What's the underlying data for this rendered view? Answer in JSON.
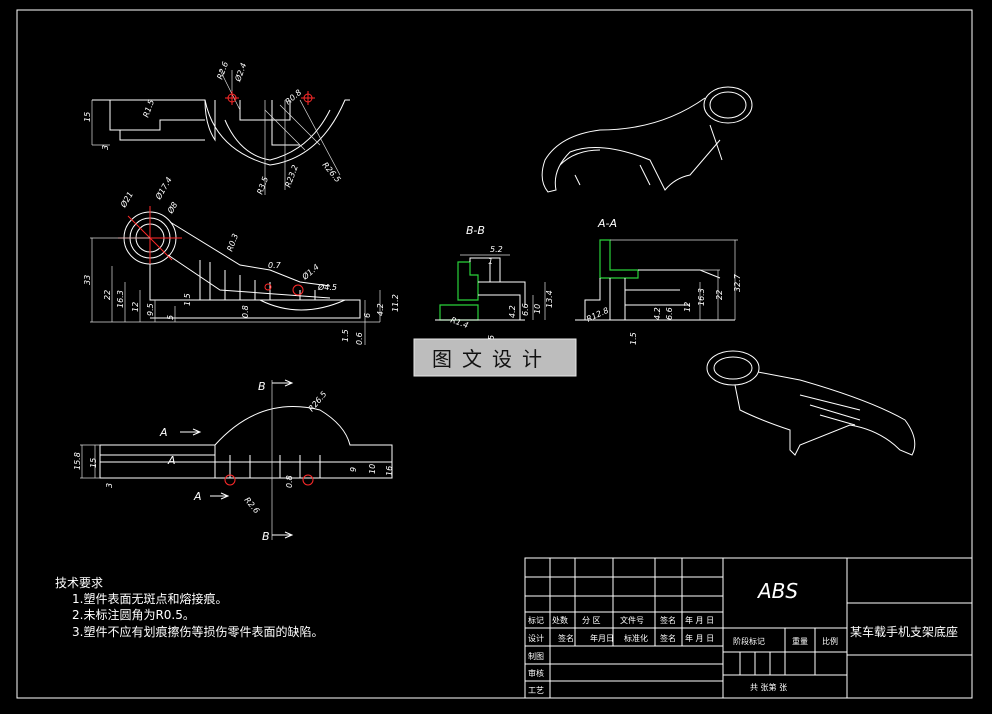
{
  "views": {
    "section_bb": "B-B",
    "section_aa": "A-A",
    "cut_b_top": "B",
    "cut_b_bottom": "B",
    "cut_a_top": "A",
    "cut_a_bottom": "A",
    "cut_a_inner": "A"
  },
  "dims": {
    "top": [
      "R2.6",
      "Ø2.4",
      "R1.5",
      "15",
      "3",
      "R3.5",
      "R23.2",
      "R26.5",
      "R0.8"
    ],
    "front": [
      "Ø21",
      "Ø17.4",
      "Ø8",
      "R0.3",
      "33",
      "22",
      "16.3",
      "12",
      "9.5",
      "5",
      "1.5",
      "0.8",
      "0.7",
      "Ø1.4",
      "Ø4.5",
      "11.2",
      "4.2",
      "1.5",
      "6",
      "0.6"
    ],
    "bb": [
      "5.2",
      "1",
      "13.4",
      "10",
      "6.6",
      "4.2",
      "5",
      "R1.4"
    ],
    "aa": [
      "32.7",
      "22",
      "16.3",
      "12",
      "6.6",
      "4.2",
      "R12.8",
      "1.5"
    ],
    "bottom": [
      "15.8",
      "15",
      "3",
      "R26.5",
      "9",
      "10",
      "16",
      "R2.6",
      "0.8"
    ]
  },
  "watermark": "图文设计",
  "tech_requirements": {
    "title": "技术要求",
    "items": [
      "1.塑件表面无斑点和熔接痕。",
      "2.未标注圆角为R0.5。",
      "3.塑件不应有划痕擦伤等损伤零件表面的缺陷。"
    ]
  },
  "title_block": {
    "material": "ABS",
    "part_name": "某车载手机支架底座",
    "row_labels": [
      "标记",
      "处数",
      "分 区",
      "文件号",
      "签名",
      "年 月 日"
    ],
    "sign_labels": [
      "设计",
      "签名",
      "年月日",
      "标准化",
      "签名",
      "年 月 日"
    ],
    "left_labels": [
      "制图",
      "审核",
      "工艺"
    ],
    "stage_label": "阶段标记",
    "weight_label": "重量",
    "scale_label": "比例",
    "sheet_label": "共  张第  张"
  },
  "colors": {
    "background": "#000000",
    "lines": "#ffffff",
    "center_marks": "#ff2a2a",
    "hatching": "#29d13a"
  }
}
